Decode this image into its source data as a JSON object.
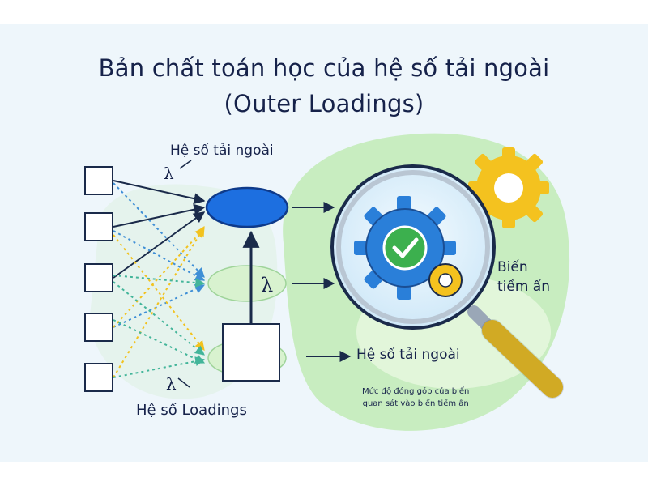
{
  "title": {
    "line1": "Bản chất toán học của hệ số tải ngoài",
    "line2": "(Outer Loadings)"
  },
  "labels": {
    "top_loading": "Hệ số tải ngoài",
    "lambda_top": "λ",
    "lambda_center": "λ",
    "lambda_bottom": "λ",
    "bottom_loading": "Hệ số Loadings",
    "latent_variable": "Biến\ntiềm ẩn",
    "right_loading": "Hệ số tải ngoài",
    "description": "Mức độ đóng góp của biến\nquan sát vào biến tiềm ẩn"
  },
  "colors": {
    "title": "#16224a",
    "node_blue": "#1d6fe0",
    "node_green": "#d8f2cf",
    "arrow_dark": "#1a2a4a",
    "arrow_blue": "#3f8fd6",
    "arrow_yellow": "#f2c21e",
    "arrow_teal": "#43b59a",
    "gear_blue": "#2a7fd9",
    "gear_yellow": "#f4c21f",
    "gear_green": "#6cc58b",
    "check_green": "#3cb04e",
    "blob_green": "#c8edc0"
  },
  "icons": [
    "magnifier-icon",
    "gear-icon",
    "checkmark-icon"
  ]
}
